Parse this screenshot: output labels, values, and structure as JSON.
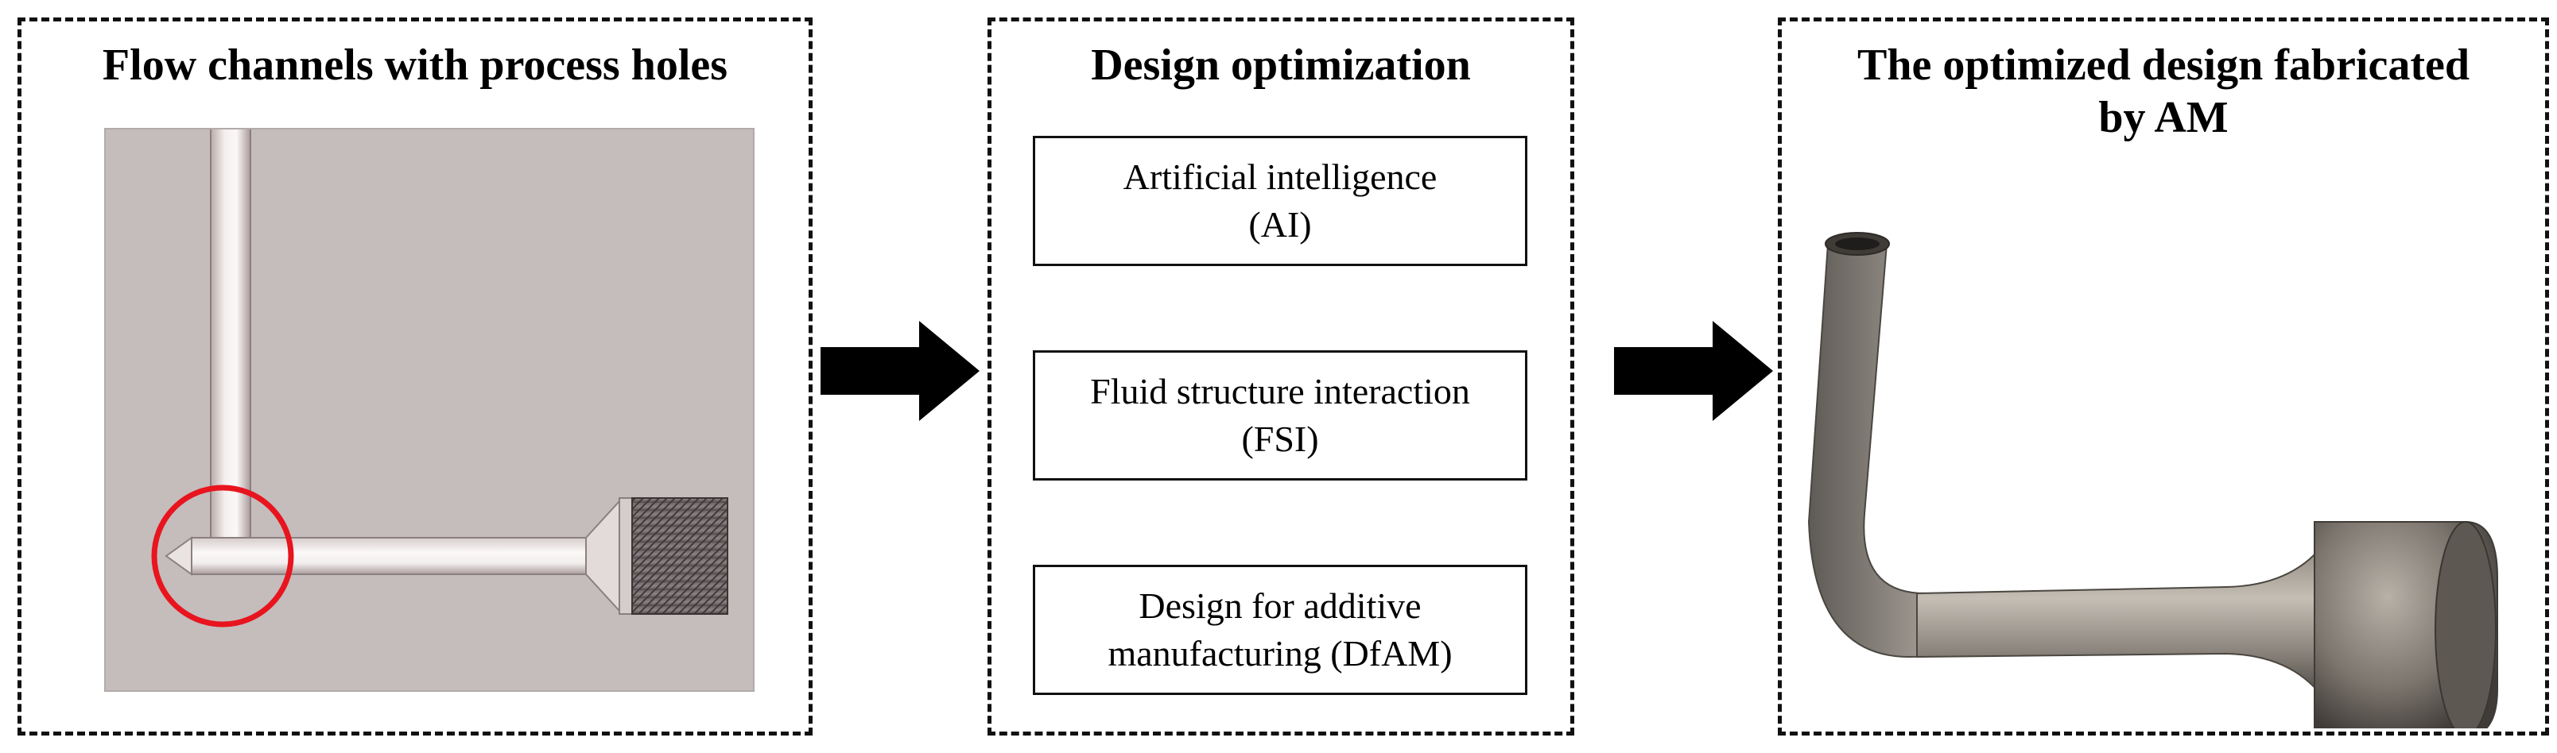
{
  "panels": {
    "left": {
      "title": "Flow channels with process holes"
    },
    "middle": {
      "title": "Design optimization",
      "methods": [
        {
          "line1": "Artificial intelligence",
          "line2": "(AI)"
        },
        {
          "line1": "Fluid structure interaction",
          "line2": "(FSI)"
        },
        {
          "line1": "Design for additive",
          "line2": "manufacturing (DfAM)"
        }
      ]
    },
    "right": {
      "title_line1": "The optimized design fabricated",
      "title_line2": "by AM"
    }
  },
  "icons": [
    "arrow-right-icon",
    "highlight-circle-icon"
  ],
  "colors": {
    "highlight_circle": "#e8141e",
    "cad_background": "#c4bdbc",
    "arrow": "#000000"
  }
}
